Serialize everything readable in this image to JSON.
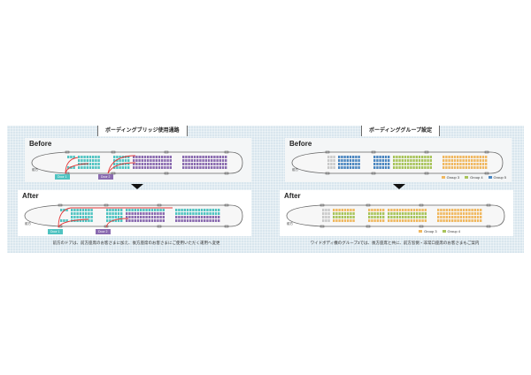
{
  "colors": {
    "teal": "#4fc3c1",
    "purple": "#8a6bb0",
    "red": "#e23a3a",
    "group3": "#f0b860",
    "group4": "#a8c45a",
    "group5": "#4a86c0",
    "grey": "#c9c9c9"
  },
  "left": {
    "tab": "ボーディングブリッジ使用通路",
    "before_label": "Before",
    "after_label": "After",
    "nose_label": "前方",
    "door1": "Door 1",
    "door2": "Door 2",
    "caption": "前方のドアは、前方座席のお客さまに加え、後方座席のお客さまにご使用いただく運用へ変更"
  },
  "right": {
    "tab": "ボーディンググループ設定",
    "before_label": "Before",
    "after_label": "After",
    "nose_label": "前方",
    "legend_before": [
      "Group 3",
      "Group 4",
      "Group 5"
    ],
    "legend_after": [
      "Group 3",
      "Group 4"
    ],
    "caption": "ワイドボディ機のグループ3では、後方座席と共に、前方窓側・非常口座席のお客さまもご案内"
  }
}
